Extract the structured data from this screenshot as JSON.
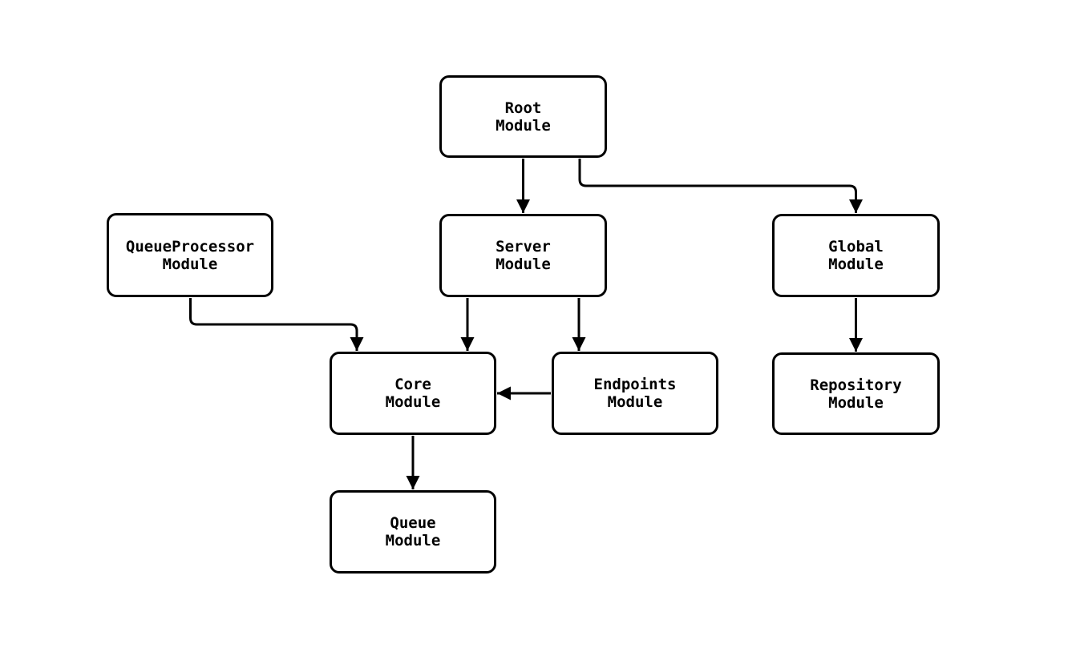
{
  "diagram": {
    "type": "module-dependency-graph",
    "background_color": "#ffffff",
    "node_border_color": "#000000",
    "node_fill_color": "#ffffff",
    "edge_color": "#000000",
    "text_color": "#000000"
  },
  "nodes": [
    {
      "id": "root",
      "line1": "Root",
      "line2": "Module"
    },
    {
      "id": "queueprocessor",
      "line1": "QueueProcessor",
      "line2": "Module"
    },
    {
      "id": "server",
      "line1": "Server",
      "line2": "Module"
    },
    {
      "id": "global",
      "line1": "Global",
      "line2": "Module"
    },
    {
      "id": "core",
      "line1": "Core",
      "line2": "Module"
    },
    {
      "id": "endpoints",
      "line1": "Endpoints",
      "line2": "Module"
    },
    {
      "id": "repository",
      "line1": "Repository",
      "line2": "Module"
    },
    {
      "id": "queue",
      "line1": "Queue",
      "line2": "Module"
    }
  ],
  "edges": [
    {
      "from": "root",
      "to": "server"
    },
    {
      "from": "root",
      "to": "global"
    },
    {
      "from": "queueprocessor",
      "to": "core"
    },
    {
      "from": "server",
      "to": "core"
    },
    {
      "from": "server",
      "to": "endpoints"
    },
    {
      "from": "endpoints",
      "to": "core"
    },
    {
      "from": "global",
      "to": "repository"
    },
    {
      "from": "core",
      "to": "queue"
    }
  ]
}
